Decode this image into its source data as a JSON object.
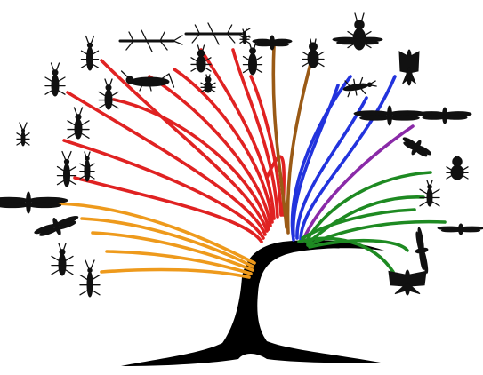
{
  "clade_colors": {
    "orange": "#ee9a1c",
    "red": "#e02222",
    "brown": "#9a5a16",
    "blue": "#2233dd",
    "purple": "#8a2aa8",
    "green": "#1e8a22",
    "trunk": "#000000"
  },
  "clades": [
    {
      "color_key": "orange",
      "tip_count": 5
    },
    {
      "color_key": "red",
      "tip_count": 11
    },
    {
      "color_key": "brown",
      "tip_count": 2
    },
    {
      "color_key": "blue",
      "tip_count": 4
    },
    {
      "color_key": "purple",
      "tip_count": 1
    },
    {
      "color_key": "green",
      "tip_count": 6
    }
  ],
  "silhouettes": [
    {
      "icon": "bristletail-icon"
    },
    {
      "icon": "silverfish-icon"
    },
    {
      "icon": "mayfly-icon"
    },
    {
      "icon": "dragonfly-icon"
    },
    {
      "icon": "stonefly-icon"
    },
    {
      "icon": "earwig-icon"
    },
    {
      "icon": "rock-crawler-icon"
    },
    {
      "icon": "heel-walker-icon"
    },
    {
      "icon": "cricket-icon"
    },
    {
      "icon": "stick-insect-icon"
    },
    {
      "icon": "mantis-icon"
    },
    {
      "icon": "webspinner-icon"
    },
    {
      "icon": "termite-icon"
    },
    {
      "icon": "cockroach-icon"
    },
    {
      "icon": "grasshopper-icon"
    },
    {
      "icon": "angel-insect-icon"
    },
    {
      "icon": "booklouse-icon"
    },
    {
      "icon": "louse-icon"
    },
    {
      "icon": "thrips-icon"
    },
    {
      "icon": "true-bug-icon"
    },
    {
      "icon": "beetle-icon"
    },
    {
      "icon": "snakefly-icon"
    },
    {
      "icon": "lacewing-icon"
    },
    {
      "icon": "alderfly-icon"
    },
    {
      "icon": "twisted-wing-icon"
    },
    {
      "icon": "wasp-icon"
    },
    {
      "icon": "flea-icon"
    },
    {
      "icon": "scorpionfly-icon"
    },
    {
      "icon": "fly-icon"
    },
    {
      "icon": "moth-icon"
    },
    {
      "icon": "caddisfly-icon"
    },
    {
      "icon": "butterfly-icon"
    }
  ]
}
